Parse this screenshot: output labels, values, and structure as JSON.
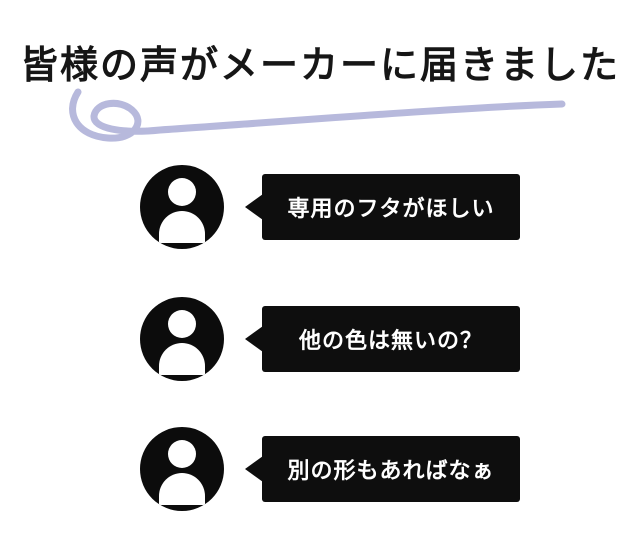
{
  "title": "皆様の声がメーカーに届きました",
  "messages": [
    {
      "text": "専用のフタがほしい"
    },
    {
      "text": "他の色は無いの？"
    },
    {
      "text": "別の形もあればなぁ"
    }
  ],
  "icons": {
    "avatar": "person-silhouette-icon",
    "decoration": "hand-drawn-loop-underline"
  },
  "colors": {
    "background": "#ffffff",
    "bubble": "#0e0e0e",
    "bubble_text": "#ffffff",
    "swoosh": "#b7b9dc",
    "title_text": "#161616"
  }
}
